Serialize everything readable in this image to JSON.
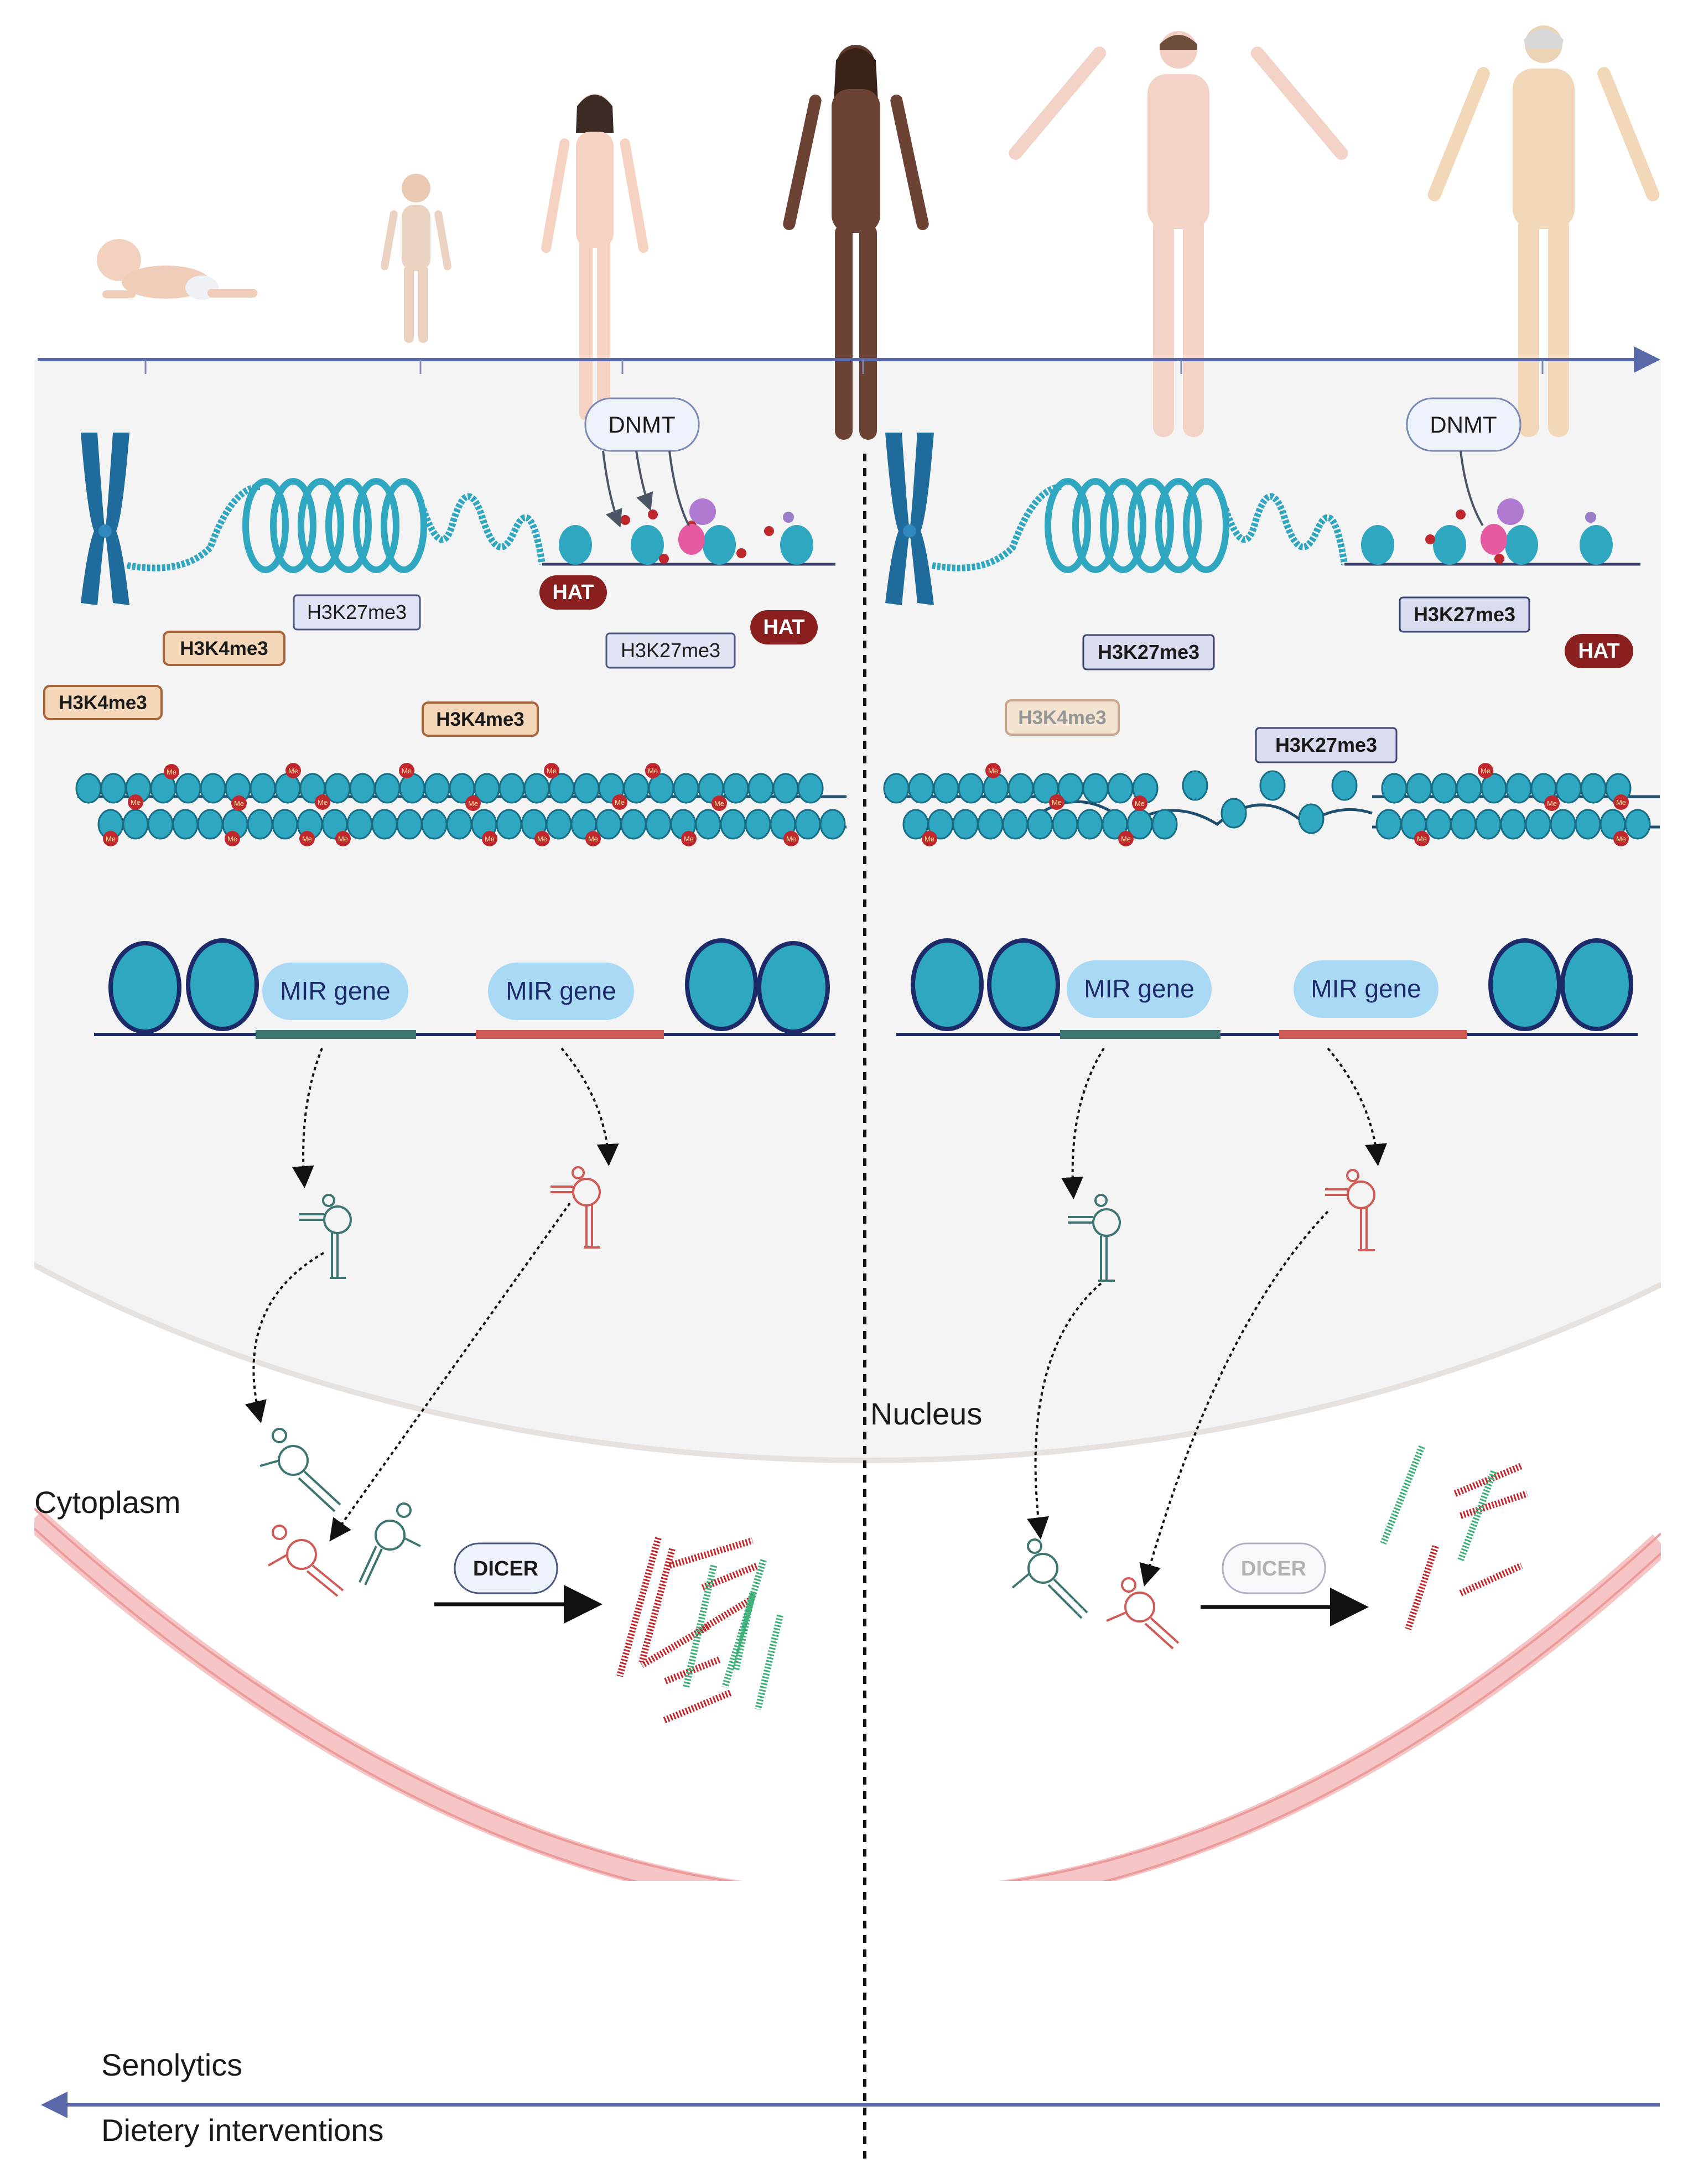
{
  "labels": {
    "dnmt": "DNMT",
    "hat": "HAT",
    "h3k27me3": "H3K27me3",
    "h3k4me3": "H3K4me3",
    "mir_gene": "MIR gene",
    "dicer": "DICER",
    "nucleus": "Nucleus",
    "cytoplasm": "Cytoplasm",
    "senolytics": "Senolytics",
    "dietary": "Dietery interventions",
    "me": "Me"
  },
  "colors": {
    "nucleosome": "#2fa7c1",
    "nucleosome_dark": "#1b7e95",
    "chromosome": "#1f6b9c",
    "timeline": "#5868a8",
    "hat_fill": "#8a1f1f",
    "h3k4me3_fill": "#f3d7b8",
    "h3k4me3_border": "#a8643a",
    "h3k27me3_fill": "#d9dcef",
    "h3k27me3_border": "#3d4370",
    "mir_gene_fill": "#a9d9f4",
    "mir_green": "#3d7670",
    "mir_red": "#d05a55",
    "methyl": "#c0282d",
    "membrane": "#f3b8b8",
    "nucleus_bg": "#f4f4f4"
  }
}
